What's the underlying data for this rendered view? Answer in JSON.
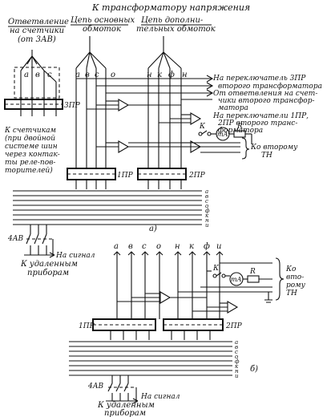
{
  "top": {
    "title": "К трансформатору напряжения",
    "col1": [
      "Ответвление",
      "на счетчики",
      "(от 3АВ)"
    ],
    "col2": [
      "Цепь основных",
      "обмоток"
    ],
    "col3": [
      "Цепь дополни-",
      "тельных обмоток"
    ]
  },
  "phases": {
    "a": "а",
    "b": "в",
    "c": "с",
    "o": "о",
    "n": "н",
    "k": "к",
    "f": "ф",
    "i": "и"
  },
  "right_notes": {
    "n1": [
      "На переключатель 3ПР",
      "второго трансформатора"
    ],
    "n2": [
      "От ответвления на счет-",
      "чики второго трансфор-",
      "матора"
    ],
    "n3": [
      "На переключатели 1ПР,",
      "2ПР второго транс-",
      "форматора"
    ],
    "n4": [
      "Ко второму",
      "ТН"
    ]
  },
  "devices": {
    "p1": "1ПР",
    "p2": "2ПР",
    "p3": "3ПР",
    "k": "К",
    "ma": "mA",
    "r": "R",
    "av": "4АВ"
  },
  "left_notes": {
    "counters": [
      "К счетчикам",
      "(при двойной",
      "системе шин",
      "через контак-",
      "ты реле-пов-",
      "торителей)"
    ],
    "bus": [
      "а",
      "в",
      "с",
      "о",
      "ф",
      "к",
      "н",
      "и"
    ]
  },
  "bottom_labels": {
    "signal": "На сигнал",
    "remote": [
      "К удаленным",
      "приборам"
    ]
  },
  "section_b": {
    "note": [
      "Ко",
      "вто-",
      "рому",
      "ТН"
    ]
  },
  "captions": {
    "a": "а)",
    "b": "б)"
  }
}
